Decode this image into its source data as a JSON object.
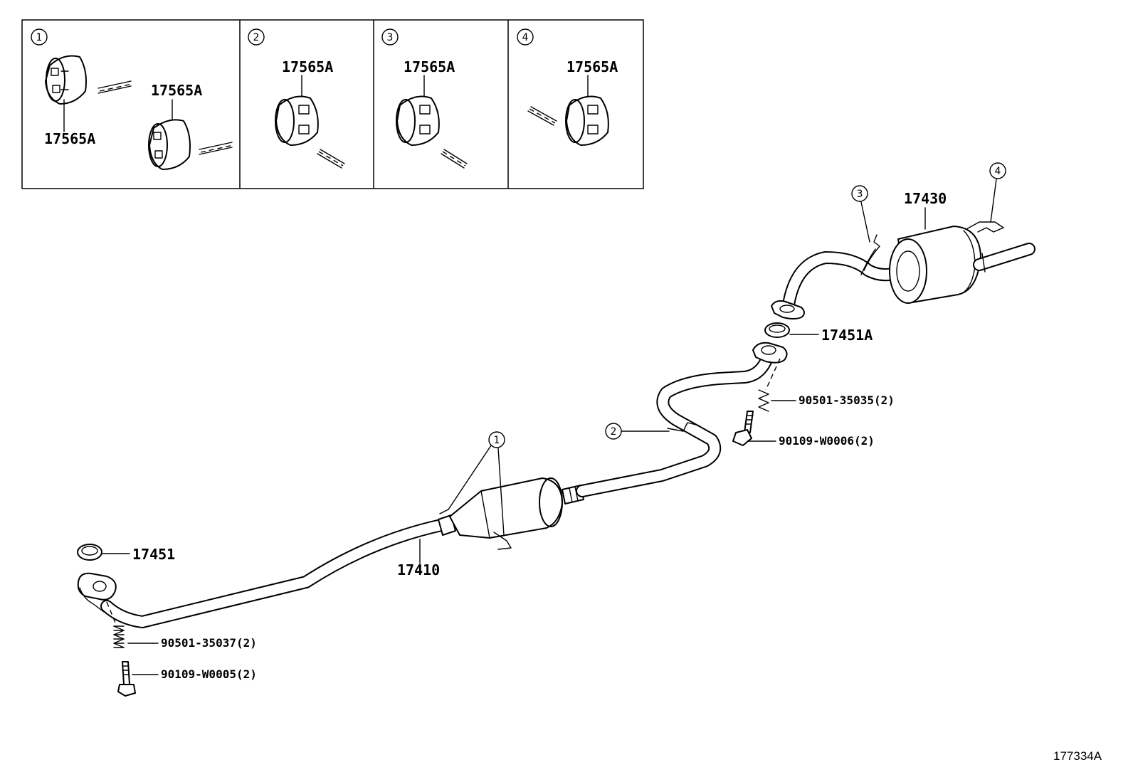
{
  "inset_panels": [
    {
      "number": "1",
      "labels": [
        "17565A",
        "17565A"
      ]
    },
    {
      "number": "2",
      "labels": [
        "17565A"
      ]
    },
    {
      "number": "3",
      "labels": [
        "17565A"
      ]
    },
    {
      "number": "4",
      "labels": [
        "17565A"
      ]
    }
  ],
  "parts": {
    "front_pipe": "17410",
    "tail_pipe": "17430",
    "gasket_front": "17451",
    "gasket_center": "17451A",
    "spring_front": "90501-35037(2)",
    "bolt_front": "90109-W0005(2)",
    "spring_center": "90501-35035(2)",
    "bolt_center": "90109-W0006(2)"
  },
  "callouts": {
    "hanger_1": "1",
    "hanger_2": "2",
    "hanger_3": "3",
    "hanger_4": "4"
  },
  "figure_id": "177334A"
}
